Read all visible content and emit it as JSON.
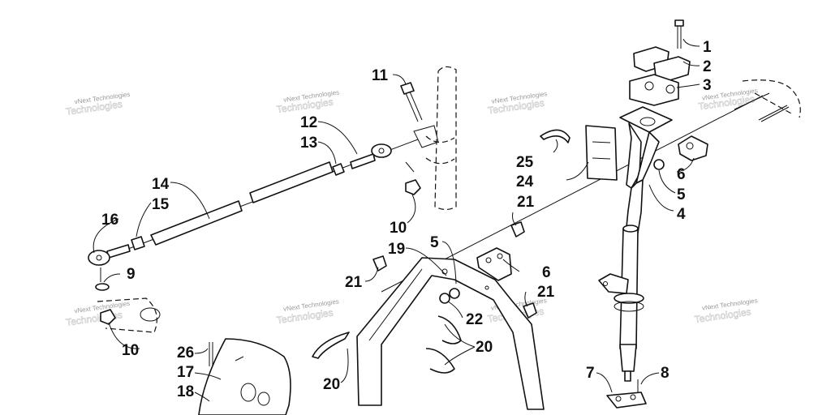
{
  "watermark": {
    "line1": "vNext Technologies",
    "line2": "Technologies"
  },
  "callouts": {
    "c1": "1",
    "c2": "2",
    "c3": "3",
    "c4": "4",
    "c5_right": "5",
    "c5_center": "5",
    "c6_right": "6",
    "c6_center": "6",
    "c7": "7",
    "c8": "8",
    "c9": "9",
    "c10_top": "10",
    "c10_bottom": "10",
    "c11": "11",
    "c12": "12",
    "c13": "13",
    "c14": "14",
    "c15": "15",
    "c16": "16",
    "c17": "17",
    "c18": "18",
    "c19": "19",
    "c20_left": "20",
    "c20_right": "20",
    "c21_top": "21",
    "c21_left": "21",
    "c21_right": "21",
    "c22": "22",
    "c24": "24",
    "c25": "25",
    "c26": "26"
  }
}
